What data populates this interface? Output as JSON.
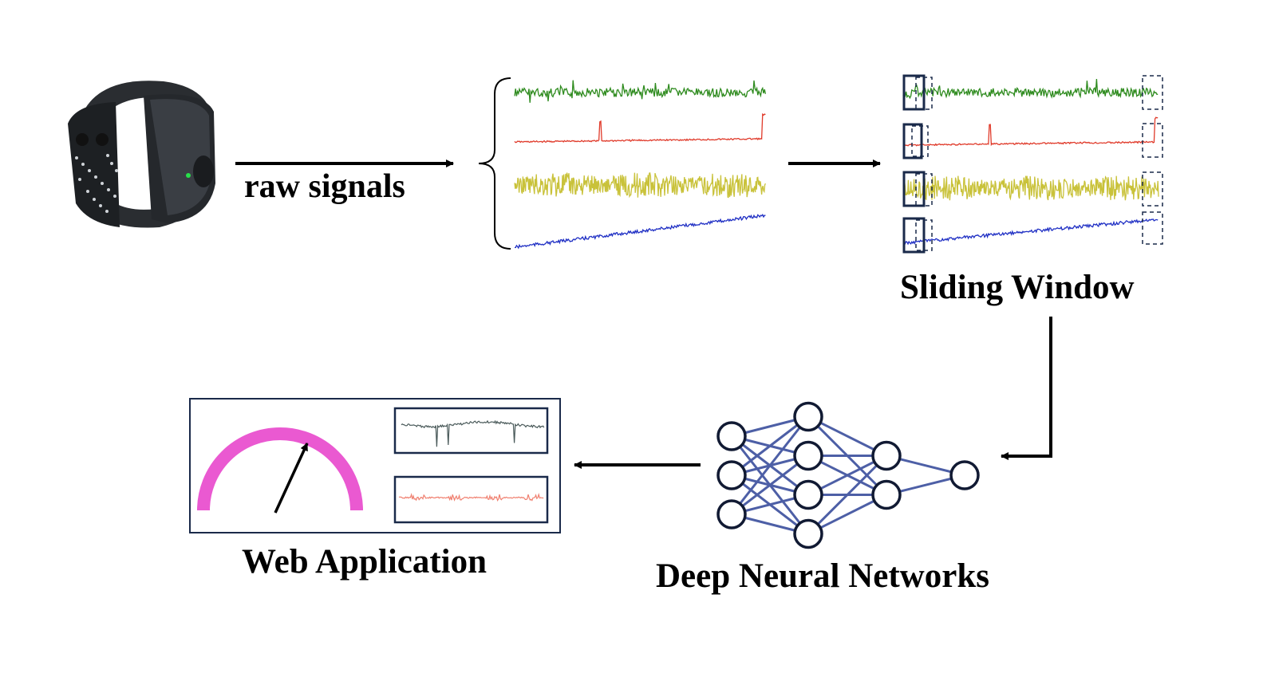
{
  "labels": {
    "raw_signals": "raw signals",
    "sliding_window": "Sliding Window",
    "deep_neural_networks": "Deep Neural Networks",
    "web_application": "Web Application"
  },
  "colors": {
    "signal_1": "#2e8b1e",
    "signal_2": "#e03a2a",
    "signal_3": "#c9c23a",
    "signal_4": "#1f2fc4",
    "network": "#4d5fa6",
    "gauge": "#ea59d1",
    "app_chart_top": "#4a5a5a",
    "app_chart_bottom": "#f08070",
    "outline": "#1a2a4a"
  },
  "network": {
    "layers": [
      3,
      4,
      2,
      1
    ]
  }
}
